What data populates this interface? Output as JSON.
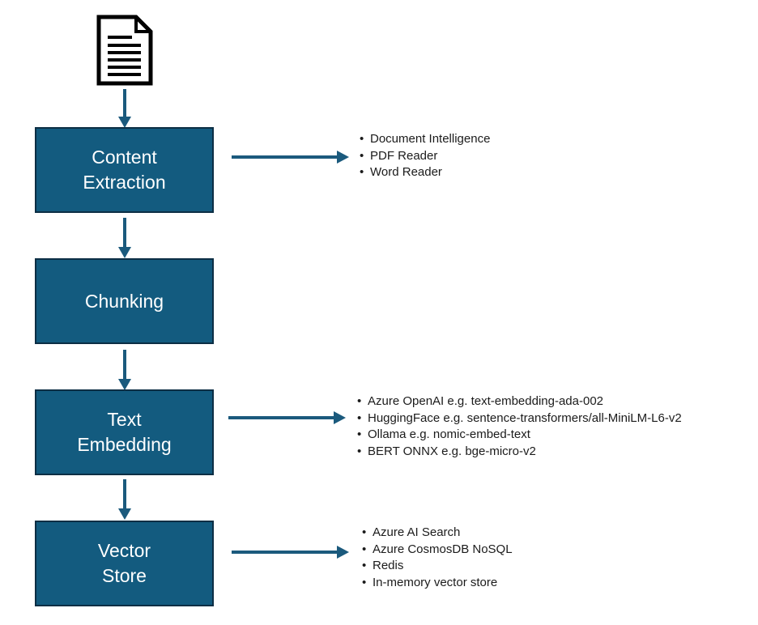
{
  "colors": {
    "box_fill": "#135b7f",
    "box_border": "#0c2e44",
    "arrow": "#1b5a7d",
    "text_dark": "#1b1b1b"
  },
  "icons": {
    "source": "document-icon"
  },
  "steps": [
    {
      "id": "content-extraction",
      "lines": [
        "Content",
        "Extraction"
      ],
      "options": [
        "Document Intelligence",
        "PDF Reader",
        "Word Reader"
      ]
    },
    {
      "id": "chunking",
      "lines": [
        "Chunking"
      ],
      "options": []
    },
    {
      "id": "text-embedding",
      "lines": [
        "Text",
        "Embedding"
      ],
      "options": [
        "Azure OpenAI e.g. text-embedding-ada-002",
        "HuggingFace e.g. sentence-transformers/all-MiniLM-L6-v2",
        "Ollama e.g. nomic-embed-text",
        "BERT ONNX e.g. bge-micro-v2"
      ]
    },
    {
      "id": "vector-store",
      "lines": [
        "Vector",
        "Store"
      ],
      "options": [
        "Azure AI Search",
        "Azure CosmosDB NoSQL",
        "Redis",
        "In-memory vector store"
      ]
    }
  ]
}
